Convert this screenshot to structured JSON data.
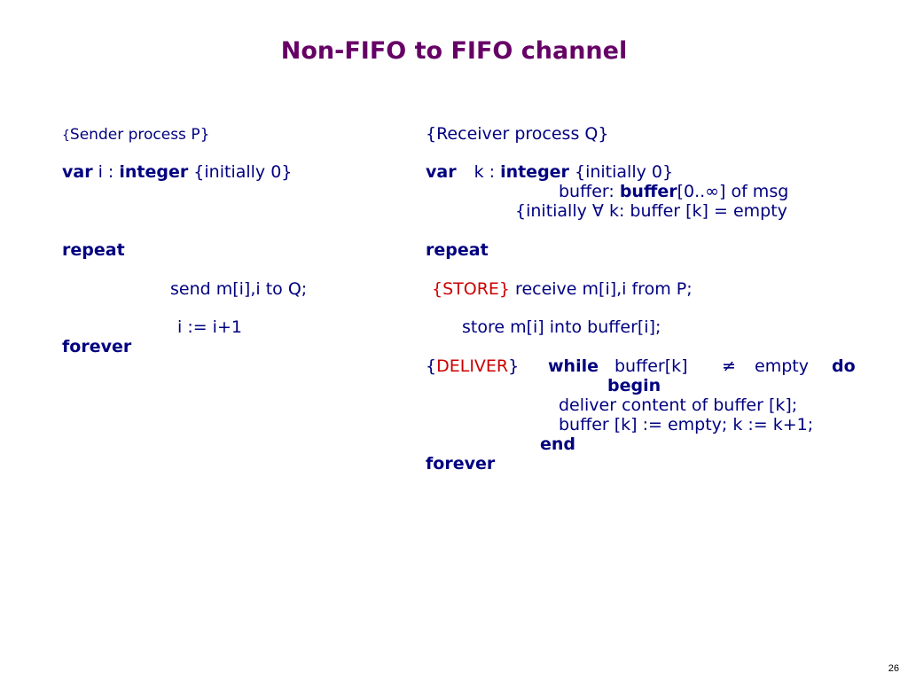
{
  "title": "Non-FIFO to FIFO channel",
  "sender": {
    "heading_open": "{",
    "heading_text": "Sender process P}",
    "var_kw": "var",
    "var_name": " i : ",
    "type_kw": "integer",
    "init": " {initially 0}",
    "repeat_kw": "repeat",
    "send_stmt": "send m[i],i to Q;",
    "incr_stmt": "i := i+1",
    "forever_kw": "forever"
  },
  "receiver": {
    "heading": "{Receiver process Q}",
    "var_kw": "var",
    "var_name": "k : ",
    "type_kw": "integer",
    "init": " {initially 0}",
    "buffer_label": "buffer: ",
    "buffer_kw": "buffer",
    "buffer_range": "[0..∞] of msg",
    "buffer_init": "{initially ∀ k: buffer [k] = empty",
    "repeat_kw": "repeat",
    "store_tag": "{STORE}",
    "receive_stmt": " receive m[i],i from P;",
    "store_stmt": "store m[i] into buffer[i];",
    "deliver_open": "{",
    "deliver_tag": "DELIVER",
    "deliver_close": "}",
    "while_kw": "while",
    "while_cond_1": "buffer[k]",
    "while_cond_2": "≠",
    "while_cond_3": "empty",
    "do_kw": "do",
    "begin_kw": "begin",
    "deliver_stmt": "deliver content of buffer [k];",
    "reset_stmt": "buffer [k] := empty; k := k+1;",
    "end_kw": "end",
    "forever_kw": "forever"
  },
  "page_number": "26"
}
